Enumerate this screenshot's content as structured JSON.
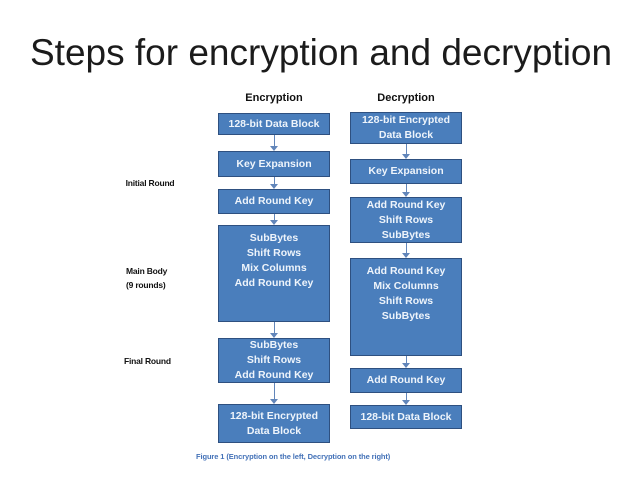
{
  "title": "Steps for encryption and decryption",
  "caption": "Figure 1 (Encryption on the left, Decryption on the right)",
  "round_labels": {
    "initial": "Initial Round",
    "main_line1": "Main Body",
    "main_line2": "(9 rounds)",
    "final": "Final Round"
  },
  "diagram": {
    "encryption": {
      "header": "Encryption",
      "boxes": [
        {
          "lines": [
            "128-bit Data Block"
          ]
        },
        {
          "lines": [
            "Key Expansion"
          ]
        },
        {
          "lines": [
            "Add Round Key"
          ]
        },
        {
          "lines": [
            "SubBytes",
            "Shift Rows",
            "Mix Columns",
            "Add Round Key"
          ]
        },
        {
          "lines": [
            "SubBytes",
            "Shift Rows",
            "Add Round Key"
          ]
        },
        {
          "lines": [
            "128-bit Encrypted",
            "Data Block"
          ]
        }
      ]
    },
    "decryption": {
      "header": "Decryption",
      "boxes": [
        {
          "lines": [
            "128-bit Encrypted",
            "Data Block"
          ]
        },
        {
          "lines": [
            "Key Expansion"
          ]
        },
        {
          "lines": [
            "Add Round Key",
            "Shift Rows",
            "SubBytes"
          ]
        },
        {
          "lines": [
            "Add Round Key",
            "Mix Columns",
            "Shift Rows",
            "SubBytes"
          ]
        },
        {
          "lines": [
            "Add Round Key"
          ]
        },
        {
          "lines": [
            "128-bit Data Block"
          ]
        }
      ]
    }
  },
  "colors": {
    "box_fill": "#4a7ebc",
    "box_border": "#2e5080",
    "box_text": "#eef4fb",
    "arrow": "#6286ba",
    "caption_text": "#4472b8",
    "title_text": "#1b1b1b"
  }
}
